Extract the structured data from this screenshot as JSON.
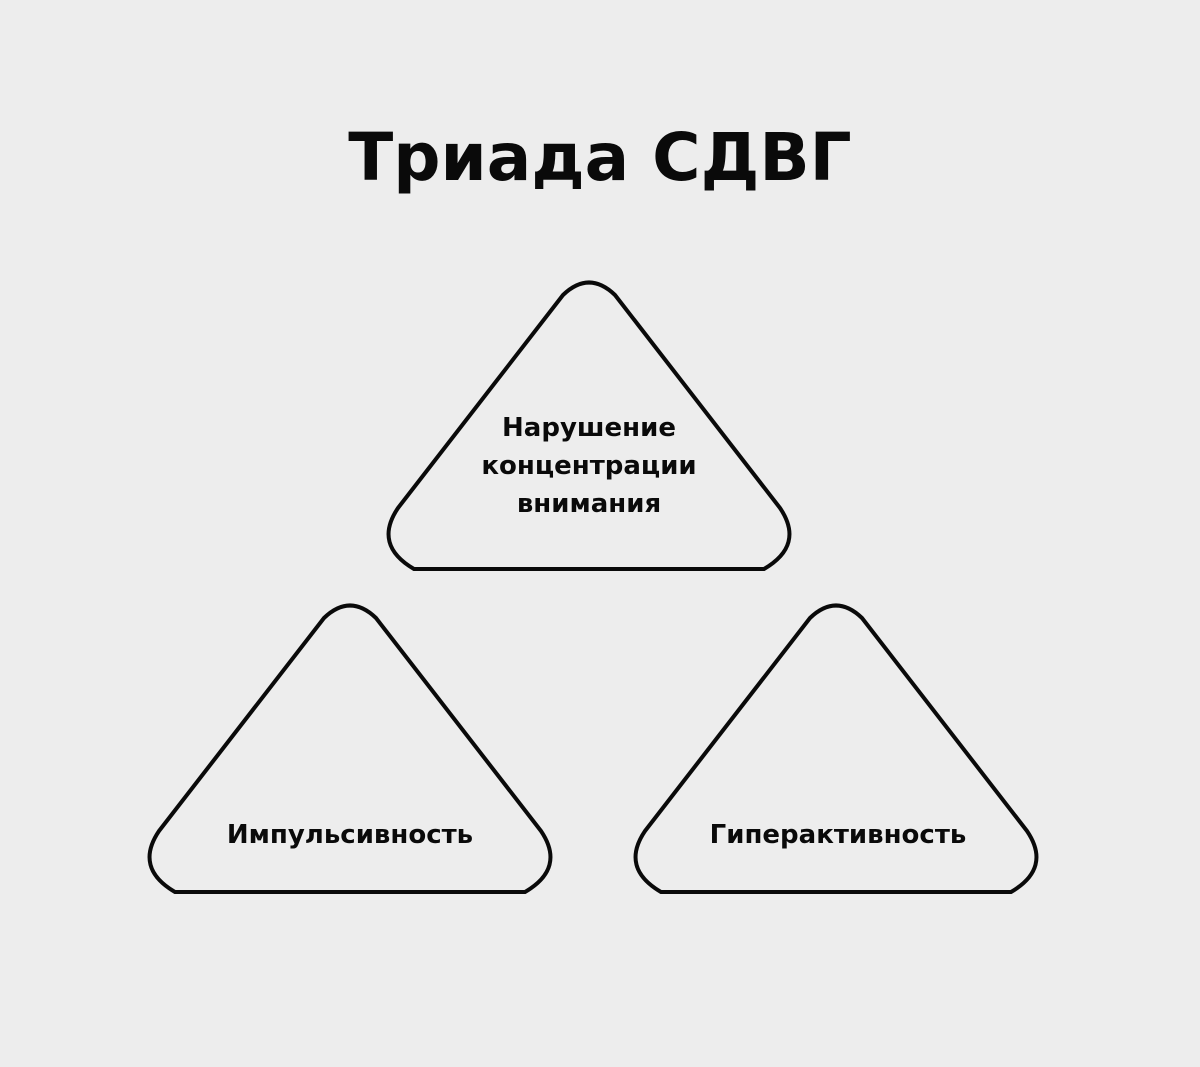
{
  "title": "Триада СДВГ",
  "colors": {
    "background": "#ededed",
    "stroke": "#0a0a0a",
    "text": "#0a0a0a"
  },
  "triangles": [
    {
      "id": "top",
      "position": "top-center",
      "lines": [
        "Нарушение",
        "концентрации",
        "внимания"
      ]
    },
    {
      "id": "left",
      "position": "bottom-left",
      "lines": [
        "Импульсивность"
      ]
    },
    {
      "id": "right",
      "position": "bottom-right",
      "lines": [
        "Гиперактивность"
      ]
    }
  ]
}
